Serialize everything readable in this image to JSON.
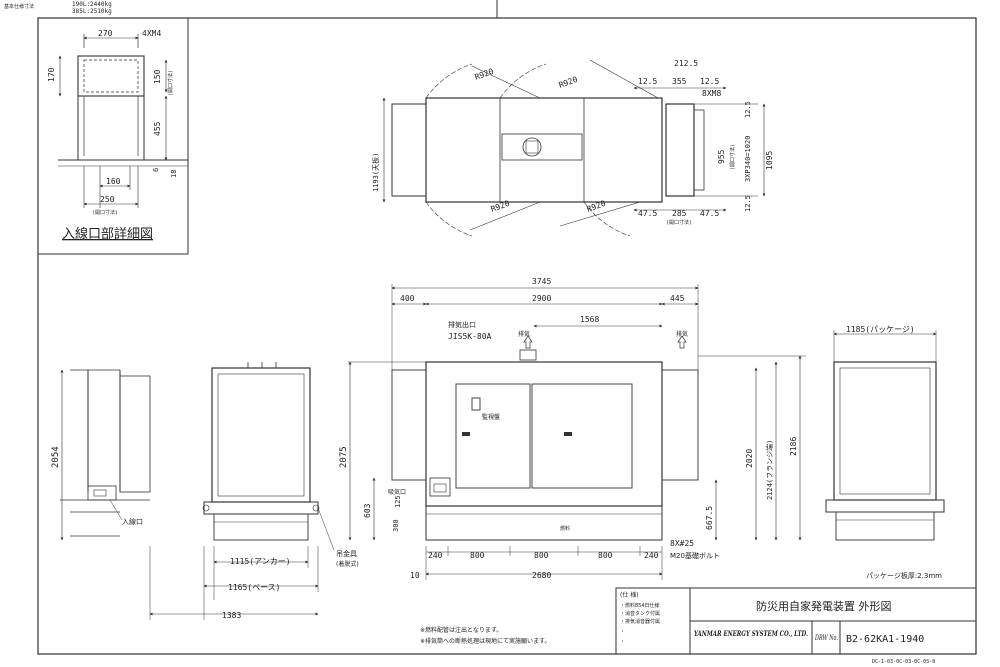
{
  "header": {
    "line1": "190L:2440kg",
    "line2": "385L:2510kg"
  },
  "inlet_detail": {
    "title": "入線口部詳細図",
    "dims": [
      "270",
      "4XM4",
      "170",
      "150",
      "(開口寸法)",
      "455",
      "6",
      "18",
      "160",
      "250",
      "(開口寸法)"
    ]
  },
  "top_view": {
    "dims": [
      "R920",
      "R920",
      "R920",
      "R920",
      "212.5",
      "12.5",
      "355",
      "12.5",
      "8XM8",
      "1193(天板)",
      "955",
      "(開口寸法)",
      "3XP340=1020",
      "1095",
      "12.5",
      "12.5",
      "47.5",
      "285",
      "47.5",
      "(開口寸法)"
    ]
  },
  "front_view": {
    "dims": [
      "3745",
      "400",
      "2900",
      "445",
      "1568",
      "2075",
      "603",
      "2020",
      "2124(フランジ端)",
      "2186",
      "667.5",
      "300",
      "125",
      "240",
      "800",
      "800",
      "800",
      "240",
      "10",
      "2680"
    ],
    "labels": [
      "排気出口",
      "JIS5K-80A",
      "排気",
      "排気",
      "吸気口",
      "8X#25",
      "M20基礎ボルト",
      "燃料"
    ],
    "panel_label": "監視盤"
  },
  "left_view": {
    "dims": [
      "2054"
    ],
    "labels": [
      "入線口"
    ]
  },
  "side_view": {
    "dims": [
      "1115(アンカー)",
      "1165(ベース)",
      "1383"
    ],
    "labels": [
      "吊金具",
      "(着脱式)"
    ]
  },
  "right_view": {
    "dims": [
      "1185(パッケージ)"
    ]
  },
  "notes": {
    "line1": "※燃料配管は注出となります。",
    "line2": "※排気筒への断熱処理は現地にて実施願います。",
    "package": "パッケージ板厚:2.3mm"
  },
  "spec_box": {
    "title": "(仕 様)",
    "items": [
      "・燃料854日仕様",
      "・消音タンク付属",
      "・排気消音器付属"
    ]
  },
  "title_block": {
    "title": "防災用自家発電装置 外形図",
    "company": "YANMAR ENERGY SYSTEM CO., LTD.",
    "dwg_label": "DRW No.",
    "dwg_no": "B2-62KA1-1940",
    "footer_code": "DC-1-03-0C-03-0C-0S-0"
  },
  "colors": {
    "line": "#333333",
    "paper": "#ffffff"
  }
}
